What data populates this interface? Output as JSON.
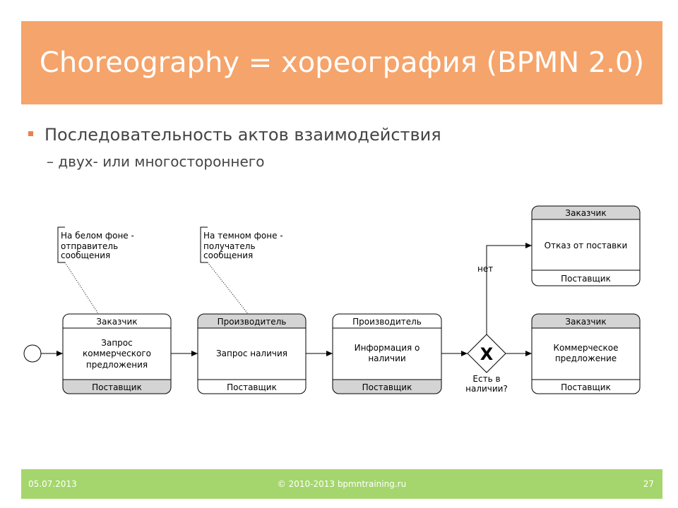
{
  "slide": {
    "title": "Choreography = хореография (BPMN 2.0)",
    "bullet": "Последовательность актов взаимодействия",
    "sub_bullet": "– двух- или многостороннего"
  },
  "diagram": {
    "annotation_white": [
      "На белом фоне -",
      "отправитель",
      "сообщения"
    ],
    "annotation_dark": [
      "На темном фоне -",
      "получатель",
      "сообщения"
    ],
    "task1": {
      "top": "Заказчик",
      "name": [
        "Запрос",
        "коммерческого",
        "предложения"
      ],
      "bottom": "Поставщик"
    },
    "task2": {
      "top": "Производитель",
      "name": [
        "Запрос наличия"
      ],
      "bottom": "Поставщик"
    },
    "task3": {
      "top": "Производитель",
      "name": [
        "Информация о",
        "наличии"
      ],
      "bottom": "Поставщик"
    },
    "task4": {
      "top": "Заказчик",
      "name": [
        "Отказ от поставки"
      ],
      "bottom": "Поставщик"
    },
    "task5": {
      "top": "Заказчик",
      "name": [
        "Коммерческое",
        "предложение"
      ],
      "bottom": "Поставщик"
    },
    "gateway_marker": "X",
    "gateway_label": [
      "Есть в",
      "наличии?"
    ],
    "flow_no_label": "нет"
  },
  "footer": {
    "date": "05.07.2013",
    "copyright": "© 2010-2013 bpmntraining.ru",
    "page": "27"
  },
  "colors": {
    "title_bar": "#F5A46B",
    "footer_bar": "#A5D66D",
    "bullet": "#E8824A",
    "band_dark": "#D4D4D4"
  }
}
